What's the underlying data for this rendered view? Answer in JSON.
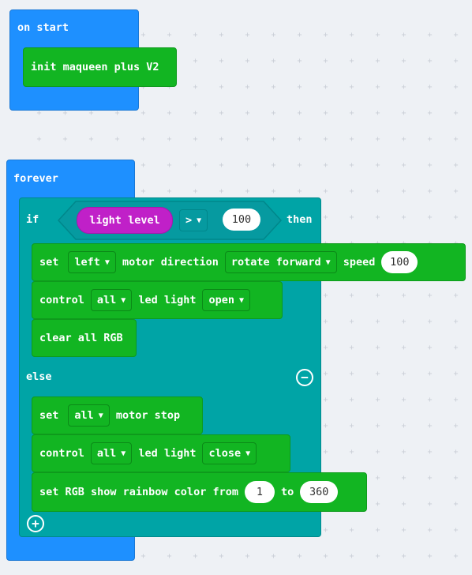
{
  "on_start": {
    "label": "on start",
    "init_label": "init maqueen plus V2"
  },
  "forever": {
    "label": "forever",
    "if_label": "if",
    "then_label": "then",
    "else_label": "else",
    "condition": {
      "sensor": "light level",
      "operator": ">",
      "value": "100"
    },
    "set_motor": {
      "set_label": "set",
      "side": "left",
      "direction_label": "motor direction",
      "direction": "rotate forward",
      "speed_label": "speed",
      "speed": "100"
    },
    "control_open": {
      "control_label": "control",
      "target": "all",
      "led_label": "led light",
      "state": "open"
    },
    "clear_rgb": {
      "label": "clear all RGB"
    },
    "set_stop": {
      "set_label": "set",
      "target": "all",
      "stop_label": "motor stop"
    },
    "control_close": {
      "control_label": "control",
      "target": "all",
      "led_label": "led light",
      "state": "close"
    },
    "rainbow": {
      "label": "set RGB show rainbow color from",
      "from": "1",
      "to_label": "to",
      "to": "360"
    },
    "minus_icon": "minus-circle-icon",
    "plus_icon": "plus-circle-icon"
  },
  "colors": {
    "events": "#1e90ff",
    "logic": "#00a4a6",
    "maqueen": "#12b522",
    "sensor": "#c020c8",
    "background": "#eef1f5"
  }
}
